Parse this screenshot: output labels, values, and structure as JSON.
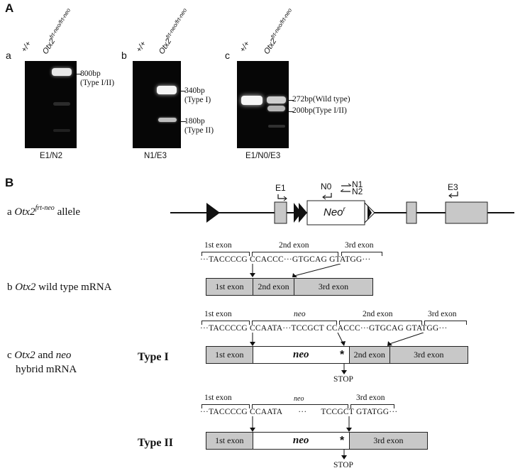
{
  "panelA": {
    "letter": "A",
    "gels": [
      {
        "sub": "a",
        "lane1": "+/+",
        "lane2": "Otx2frt-neo/frt-neo",
        "primers": "E1/N2",
        "bands": [
          {
            "size": "800bp",
            "type": "(Type I/II)"
          }
        ]
      },
      {
        "sub": "b",
        "lane1": "+/+",
        "lane2": "Otx2frt-neo/frt-neo",
        "primers": "N1/E3",
        "bands": [
          {
            "size": "340bp",
            "type": "(Type I)"
          },
          {
            "size": "180bp",
            "type": "(Type II)"
          }
        ]
      },
      {
        "sub": "c",
        "lane1": "+/+",
        "lane2": "Otx2frt-neo/frt-neo",
        "primers": "E1/N0/E3",
        "bands": [
          {
            "size": "272bp",
            "type": "(Wild type)"
          },
          {
            "size": "200bp",
            "type": "(Type I/II)"
          }
        ]
      }
    ]
  },
  "panelB": {
    "letter": "B",
    "allele": {
      "sub": "a",
      "gene": "Otx2",
      "sup": "frt-neo",
      "word": "allele",
      "primers": {
        "e1": "E1",
        "n0": "N0",
        "n1": "N1",
        "n2": "N2",
        "e3": "E3"
      },
      "neo_label": "Neo",
      "neo_sup": "r"
    },
    "wildtype": {
      "sub": "b",
      "gene": "Otx2",
      "word": "wild type mRNA",
      "headers": [
        "1st exon",
        "2nd exon",
        "3rd exon"
      ],
      "seq": [
        "···TACCCCG",
        "CCACCC···GTGCAG",
        "GTATGG···"
      ],
      "boxes": [
        "1st exon",
        "2nd exon",
        "3rd exon"
      ]
    },
    "hybrid": {
      "sub": "c",
      "gene": "Otx2",
      "and": "and",
      "neo": "neo",
      "line2": "hybrid mRNA",
      "type1": {
        "label": "Type I",
        "headers": [
          "1st exon",
          "neo",
          "2nd exon",
          "3rd exon"
        ],
        "seq": [
          "···TACCCCG",
          "CCAATA···TCCGCT",
          "CCACCC···GTGCAG",
          "GTATGG···"
        ],
        "boxes": [
          "1st exon",
          "neo",
          "2nd exon",
          "3rd exon"
        ],
        "stop": "STOP",
        "star": "*"
      },
      "type2": {
        "label": "Type II",
        "headers": [
          "1st exon",
          "neo",
          "3rd exon"
        ],
        "seq": [
          "···TACCCCG",
          "CCAATA",
          "···",
          "TCCGCT",
          "GTATGG···"
        ],
        "boxes": [
          "1st exon",
          "neo",
          "3rd exon"
        ],
        "stop": "STOP",
        "star": "*"
      }
    }
  }
}
